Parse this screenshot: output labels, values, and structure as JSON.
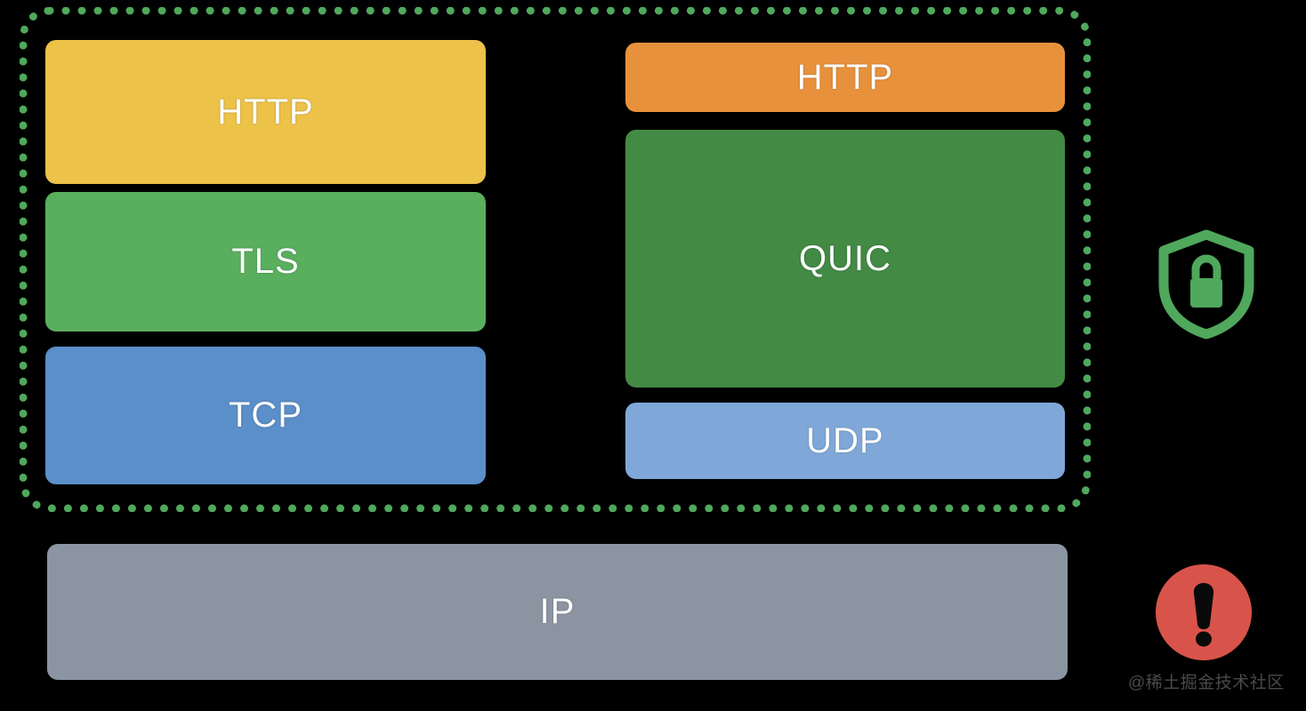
{
  "diagram": {
    "title": "TLS-over-TCP vs QUIC protocol stack comparison",
    "background_color": "#000000"
  },
  "secure_boundary": {
    "name": "encrypted-region",
    "border_color": "#4fa85c",
    "border_style": "dotted"
  },
  "left_stack": {
    "name": "tcp-tls-http-stack",
    "layers": [
      {
        "label": "HTTP",
        "color": "#ecc249"
      },
      {
        "label": "TLS",
        "color": "#5aaf5f"
      },
      {
        "label": "TCP",
        "color": "#5b8fc9"
      }
    ]
  },
  "right_stack": {
    "name": "quic-udp-http-stack",
    "layers": [
      {
        "label": "HTTP",
        "color": "#e8913c"
      },
      {
        "label": "QUIC",
        "color": "#438a45"
      },
      {
        "label": "UDP",
        "color": "#7fa8d9"
      }
    ]
  },
  "base_layer": {
    "label": "IP",
    "color": "#8b95a1"
  },
  "icons": [
    {
      "name": "shield-lock-icon",
      "semantic": "shield-lock-icon",
      "color": "#4fa85c",
      "meaning": "encrypted"
    },
    {
      "name": "warning-exclamation-icon",
      "semantic": "warning-exclamation-icon",
      "color": "#d8544a",
      "meaning": "unencrypted"
    }
  ],
  "watermark": {
    "text": "@稀土掘金技术社区"
  }
}
